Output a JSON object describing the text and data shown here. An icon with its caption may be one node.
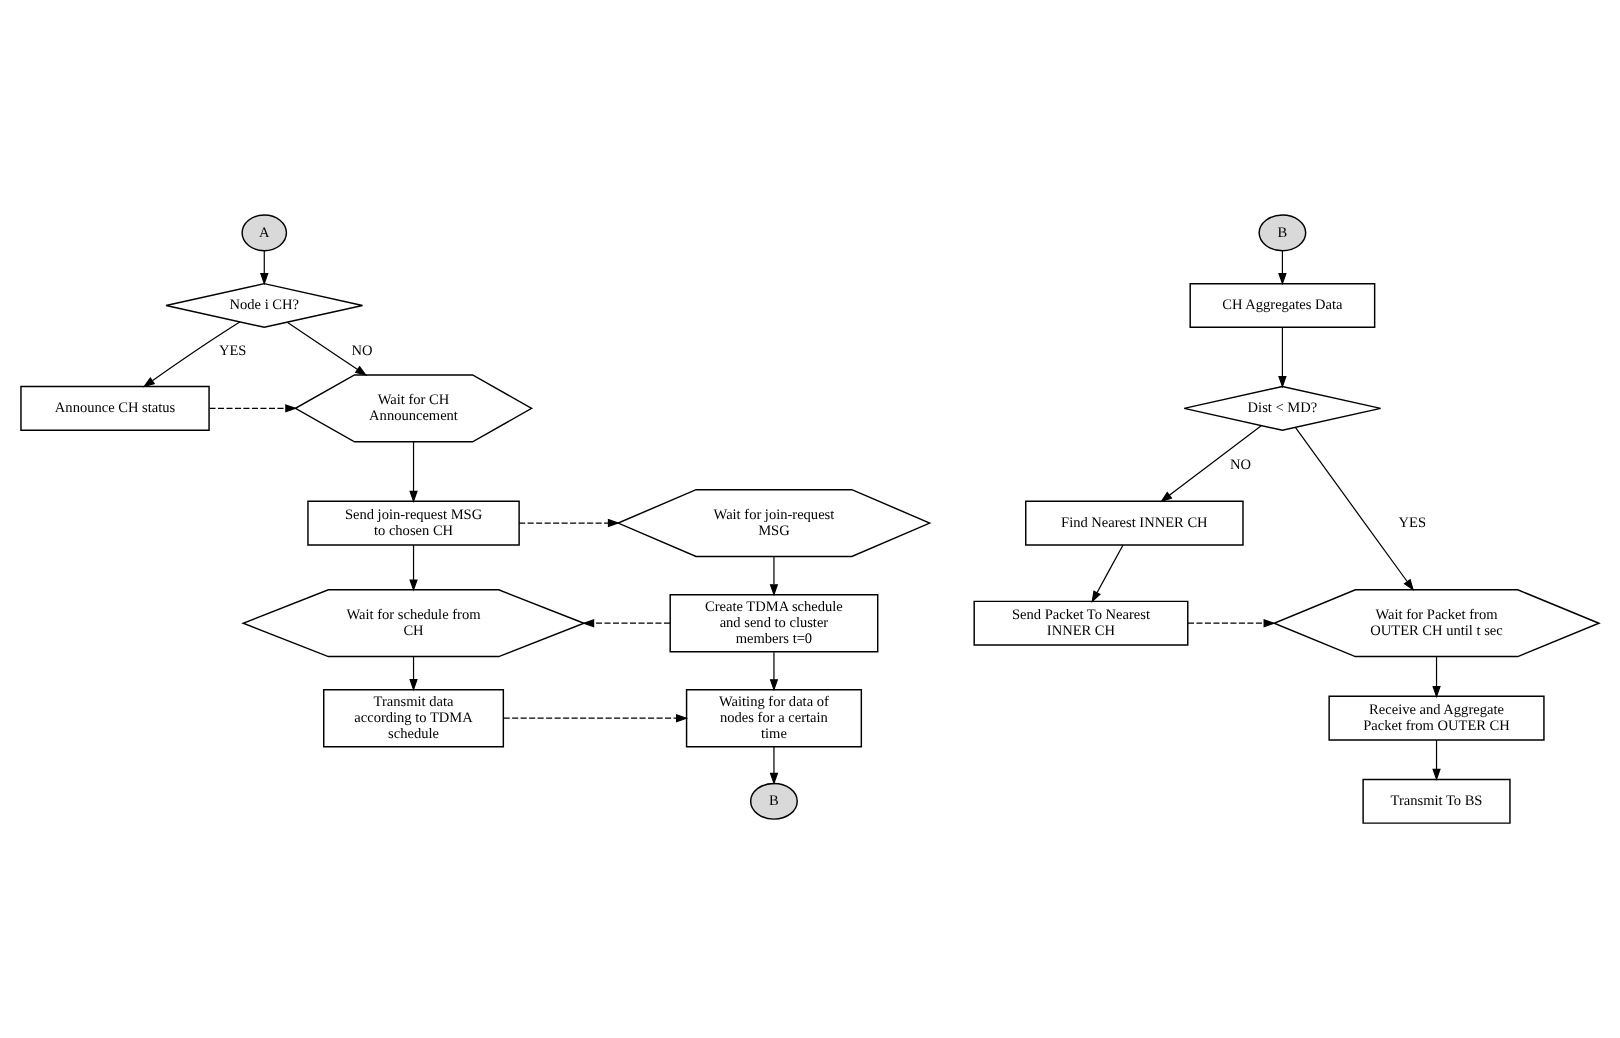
{
  "diagram": {
    "nodes": [
      {
        "text": [
          "A"
        ]
      },
      {
        "text": [
          "Node i CH?"
        ]
      },
      {
        "text": [
          "Announce CH status"
        ]
      },
      {
        "text": [
          "Wait for CH Announcement"
        ]
      },
      {
        "text": [
          "Wait for join-request MSG"
        ]
      },
      {
        "text": [
          "Send join-request MSG to chosen CH"
        ]
      },
      {
        "text": [
          "Create TDMA schedule and send to cluster members t=0"
        ]
      },
      {
        "text": [
          "Wait for schedule from CH"
        ]
      },
      {
        "text": [
          "Waiting for data of nodes for a certain time"
        ]
      },
      {
        "text": [
          "Transmit data according to TDMA schedule"
        ]
      },
      {
        "text": [
          "B"
        ]
      },
      {
        "text": [
          "B"
        ]
      },
      {
        "text": [
          "CH Aggregates Data"
        ]
      },
      {
        "text": [
          "Dist < MD?"
        ]
      },
      {
        "text": [
          "Find Nearest INNER CH"
        ]
      },
      {
        "text": [
          "Wait for Packet from OUTER CH until t sec"
        ]
      },
      {
        "text": [
          "Send Packet To Nearest INNER CH"
        ]
      },
      {
        "text": [
          "Receive and Aggregate Packet from OUTER CH"
        ]
      },
      {
        "text": [
          "Transmit To BS"
        ]
      }
    ],
    "edges": [
      {
        "from": 0,
        "to": 1,
        "arrow": "to"
      },
      {
        "from": 1,
        "to": 2,
        "arrow": "to",
        "label": "YES"
      },
      {
        "from": 1,
        "to": 3,
        "arrow": "to",
        "label": "NO"
      },
      {
        "from": 2,
        "to": 3,
        "arrow": "to",
        "style": "dashed"
      },
      {
        "from": 3,
        "to": 5,
        "arrow": "to"
      },
      {
        "from": 5,
        "to": 4,
        "arrow": "to",
        "style": "dashed"
      },
      {
        "from": 4,
        "to": 6,
        "arrow": "to"
      },
      {
        "from": 6,
        "to": 7,
        "arrow": "to",
        "style": "dashed"
      },
      {
        "from": 5,
        "to": 7,
        "arrow": "to"
      },
      {
        "from": 7,
        "to": 9,
        "arrow": "to"
      },
      {
        "from": 9,
        "to": 8,
        "arrow": "to",
        "style": "dashed"
      },
      {
        "from": 6,
        "to": 8,
        "arrow": "to"
      },
      {
        "from": 8,
        "to": 10,
        "arrow": "to"
      },
      {
        "from": 11,
        "to": 12,
        "arrow": "to"
      },
      {
        "from": 12,
        "to": 13,
        "arrow": "to"
      },
      {
        "from": 13,
        "to": 15,
        "arrow": "to",
        "label": "YES"
      },
      {
        "from": 13,
        "to": 14,
        "arrow": "to",
        "label": "NO"
      },
      {
        "from": 14,
        "to": 16,
        "arrow": "to"
      },
      {
        "from": 16,
        "to": 15,
        "arrow": "to",
        "style": "dashed"
      },
      {
        "from": 15,
        "to": 17,
        "arrow": "to"
      },
      {
        "from": 17,
        "to": 18,
        "arrow": "to"
      }
    ]
  }
}
